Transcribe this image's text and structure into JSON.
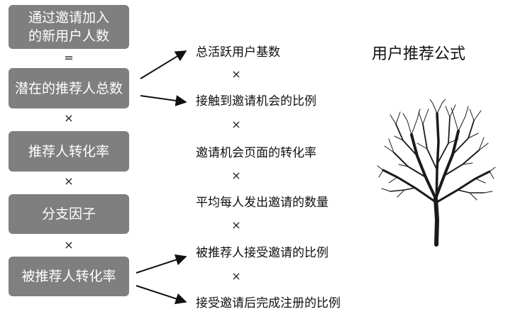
{
  "title": "用户推荐公式",
  "left_boxes": [
    {
      "lines": [
        "通过邀请加入",
        "的新用户人数"
      ]
    },
    {
      "lines": [
        "潜在的推荐人总数"
      ]
    },
    {
      "lines": [
        "推荐人转化率"
      ]
    },
    {
      "lines": [
        "分支因子"
      ]
    },
    {
      "lines": [
        "被推荐人转化率"
      ]
    }
  ],
  "left_operators": [
    "=",
    "×",
    "×",
    "×"
  ],
  "right_items": [
    "总活跃用户基数",
    "接触到邀请机会的比例",
    "邀请机会页面的转化率",
    "平均每人发出邀请的数量",
    "被推荐人接受邀请的比例",
    "接受邀请后完成注册的比例"
  ],
  "right_operators": [
    "×",
    "×",
    "×",
    "×",
    "×"
  ],
  "tree_icon": "bare-tree-illustration"
}
